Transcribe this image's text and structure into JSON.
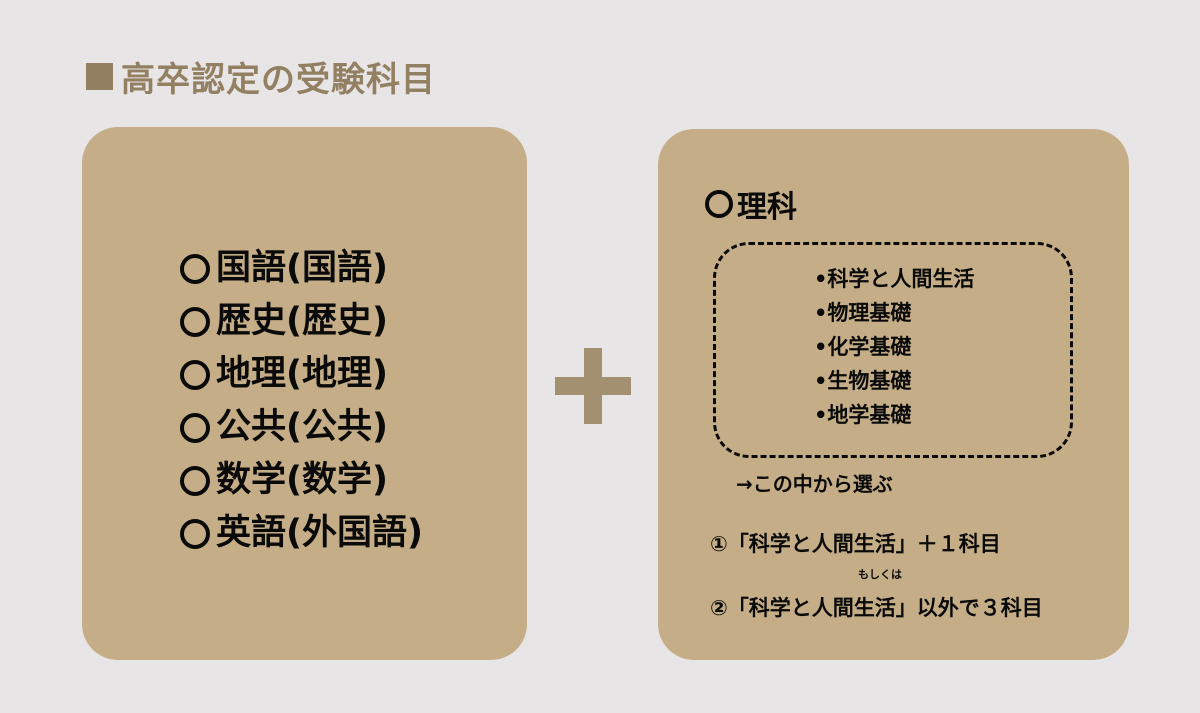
{
  "page": {
    "title": "高卒認定の受験科目"
  },
  "left_card": {
    "subjects": [
      {
        "label": "国語(国語)"
      },
      {
        "label": "歴史(歴史)"
      },
      {
        "label": "地理(地理)"
      },
      {
        "label": "公共(公共)"
      },
      {
        "label": "数学(数学)"
      },
      {
        "label": "英語(外国語)"
      }
    ]
  },
  "plus_icon": "plus-icon",
  "right_card": {
    "heading": "理科",
    "options": [
      "•科学と人間生活",
      "•物理基礎",
      "•化学基礎",
      "•生物基礎",
      "•地学基礎"
    ],
    "choose_note": "→この中から選ぶ",
    "rule_1": "①「科学と人間生活」＋１科目",
    "or_note": "もしくは",
    "rule_2": "②「科学と人間生活」以外で３科目"
  },
  "colors": {
    "background": "#e7e5e6",
    "card": "#c5ae87",
    "title": "#938062",
    "plus": "#a39070",
    "text": "#0a0a0a"
  }
}
